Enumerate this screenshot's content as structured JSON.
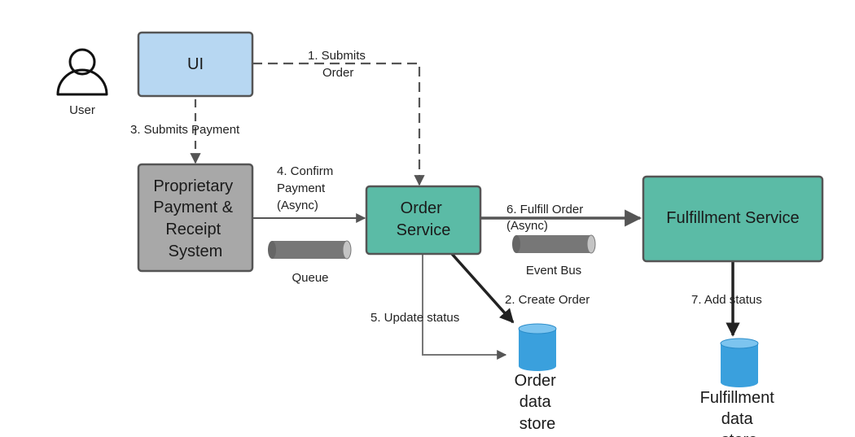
{
  "actors": {
    "user": {
      "label": "User",
      "icon": "user-icon"
    }
  },
  "nodes": {
    "ui": {
      "label": "UI",
      "fill": "#b7d7f2"
    },
    "payment": {
      "lines": [
        "Proprietary",
        "Payment &",
        "Receipt",
        "System"
      ],
      "fill": "#a8a8a8"
    },
    "order_service": {
      "lines": [
        "Order",
        "Service"
      ],
      "fill": "#5bbba6"
    },
    "fulfillment_service": {
      "label": "Fulfillment Service",
      "fill": "#5bbba6"
    }
  },
  "channels": {
    "queue": {
      "label": "Queue",
      "fill": "#777777"
    },
    "event_bus": {
      "label": "Event Bus",
      "fill": "#777777"
    }
  },
  "stores": {
    "order_store": {
      "lines": [
        "Order",
        "data",
        "store"
      ],
      "fill": "#3aa0dd"
    },
    "fulfillment_store": {
      "lines": [
        "Fulfillment",
        "data",
        "store"
      ],
      "fill": "#3aa0dd"
    }
  },
  "edges": {
    "submits_order": {
      "lines": [
        "1. Submits",
        "Order"
      ]
    },
    "create_order": {
      "label": "2. Create Order"
    },
    "submits_payment": {
      "label": "3. Submits Payment"
    },
    "confirm_payment": {
      "lines": [
        "4. Confirm",
        "Payment",
        "(Async)"
      ]
    },
    "update_status": {
      "label": "5. Update status"
    },
    "fulfill_order": {
      "lines": [
        "6. Fulfill Order",
        "(Async)"
      ]
    },
    "add_status": {
      "label": "7. Add status"
    }
  }
}
